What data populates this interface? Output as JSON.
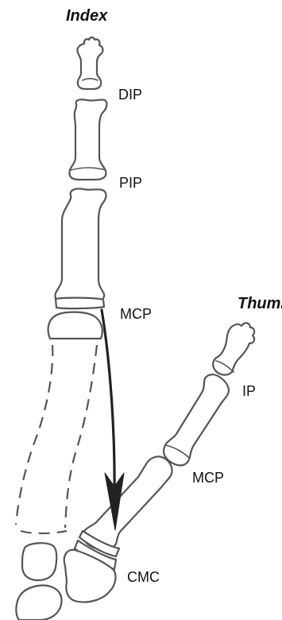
{
  "titles": {
    "index": "Index",
    "thumb": "Thumb"
  },
  "labels": {
    "index_dip": "DIP",
    "index_pip": "PIP",
    "index_mcp": "MCP",
    "thumb_ip": "IP",
    "thumb_mcp": "MCP",
    "thumb_cmc": "CMC"
  }
}
